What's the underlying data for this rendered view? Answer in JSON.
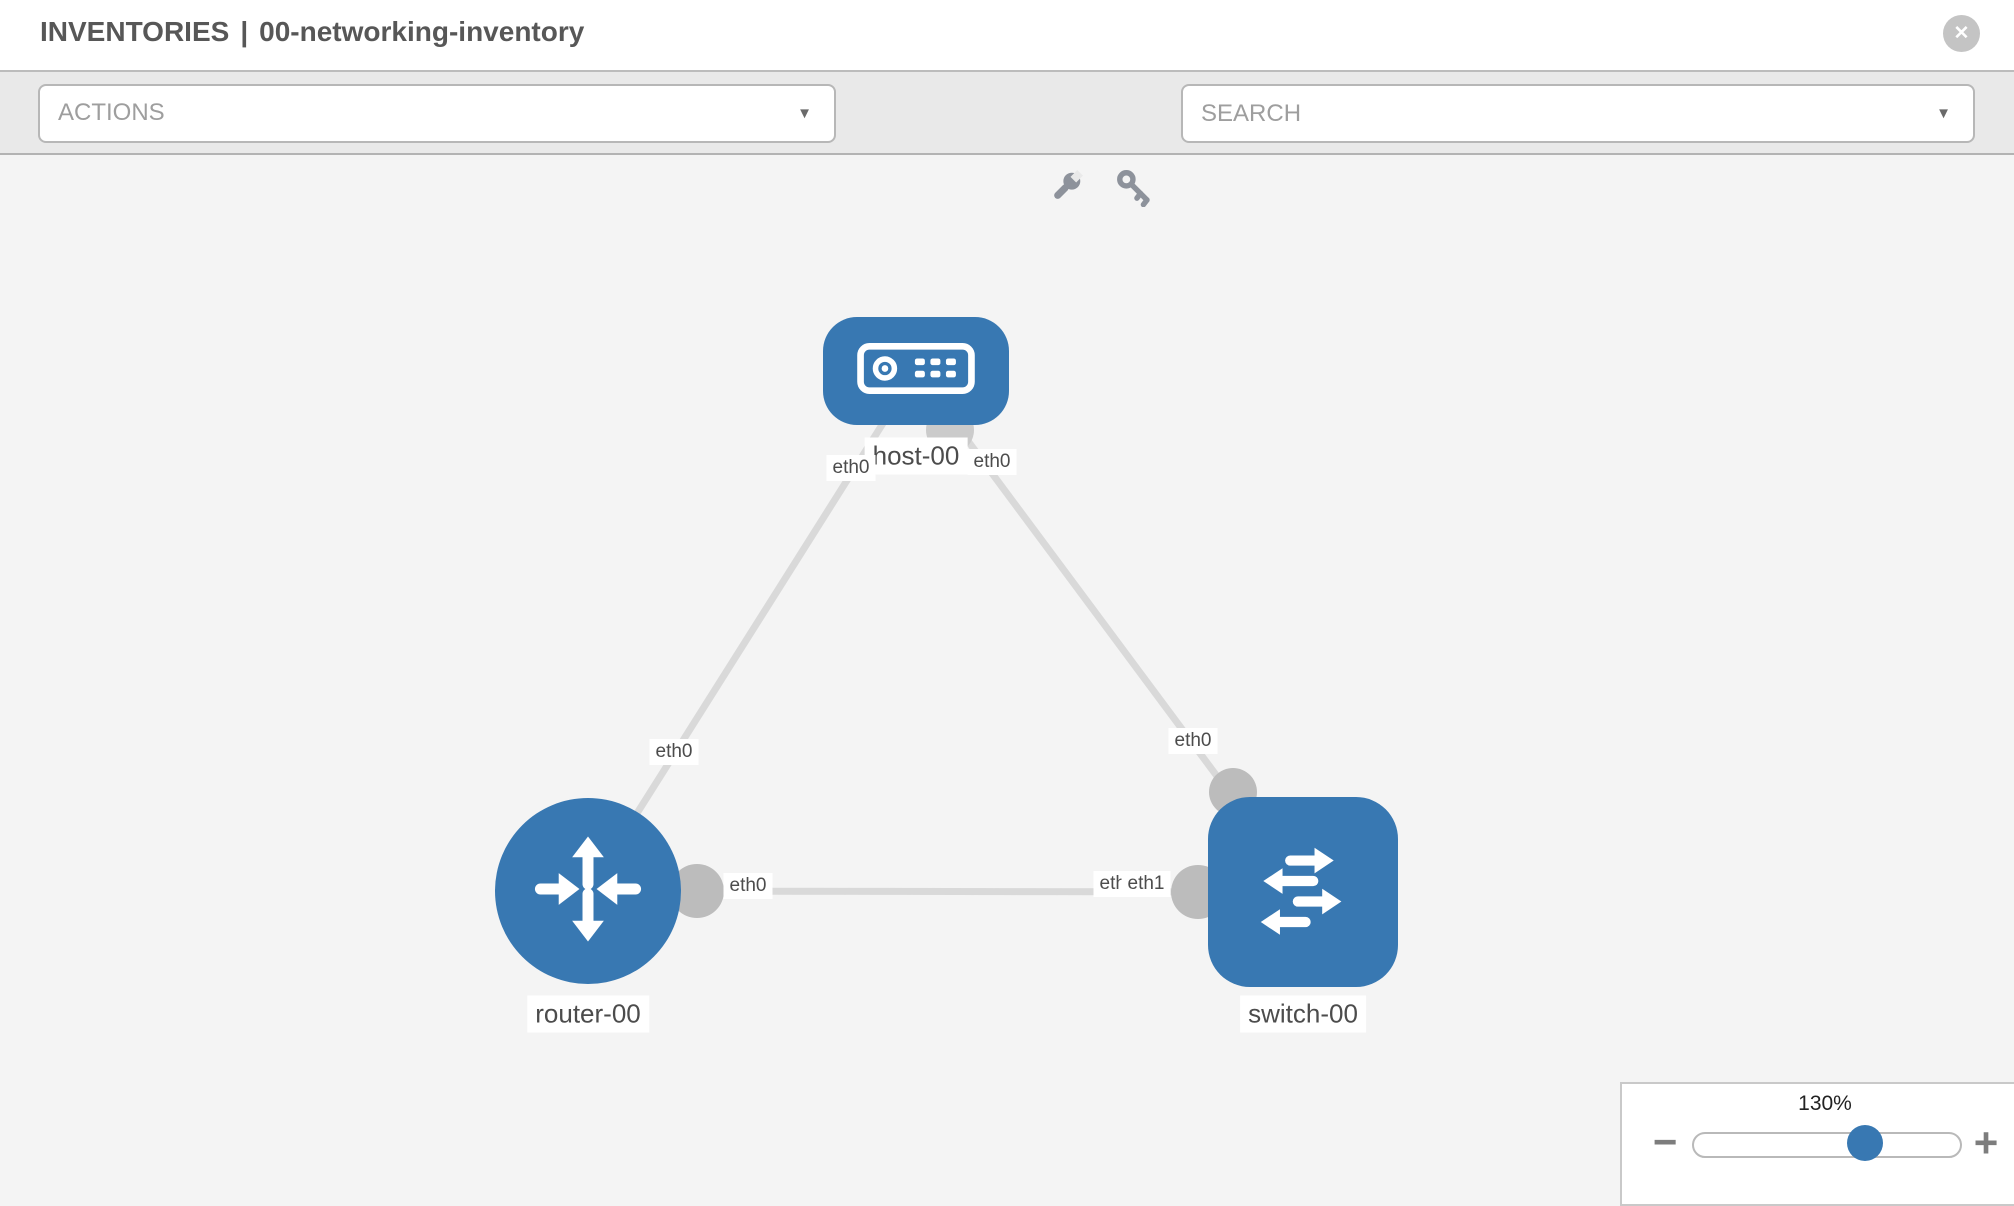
{
  "header": {
    "title": "INVENTORIES",
    "separator": "|",
    "inventory_name": "00-networking-inventory"
  },
  "toolbar": {
    "actions_label": "ACTIONS",
    "search_placeholder": "SEARCH"
  },
  "icons": {
    "caret_down": "▼",
    "close": "✕",
    "zoom_out": "−",
    "zoom_in": "+",
    "tool_icons": [
      "wrench-icon",
      "key-icon"
    ]
  },
  "colors": {
    "node_blue": "#3878b2",
    "link_gray": "#d9d9d9",
    "connector_gray": "#bcbcbc",
    "canvas_bg": "#f4f4f4",
    "toolbar_bg": "#e9e9e9"
  },
  "diagram": {
    "nodes": [
      {
        "id": "host-00",
        "type": "host",
        "label": "host-00"
      },
      {
        "id": "router-00",
        "type": "router",
        "label": "router-00"
      },
      {
        "id": "switch-00",
        "type": "switch",
        "label": "switch-00"
      }
    ],
    "links": [
      {
        "from": "host-00",
        "from_interface": "eth0",
        "to": "router-00",
        "to_interface": "eth0"
      },
      {
        "from": "host-00",
        "from_interface": "eth0",
        "to": "switch-00",
        "to_interface": "eth0"
      },
      {
        "from": "router-00",
        "from_interface": "eth0",
        "to": "switch-00",
        "to_interface": "eth1"
      }
    ],
    "interface_chips": [
      {
        "text": "eth0"
      },
      {
        "text": "eth0"
      },
      {
        "text": "eth0"
      },
      {
        "text": "eth0"
      },
      {
        "text": "eth0"
      },
      {
        "text": "eth0"
      },
      {
        "text": "eth1"
      }
    ]
  },
  "zoom_control": {
    "level": "130%",
    "percent": 130
  }
}
